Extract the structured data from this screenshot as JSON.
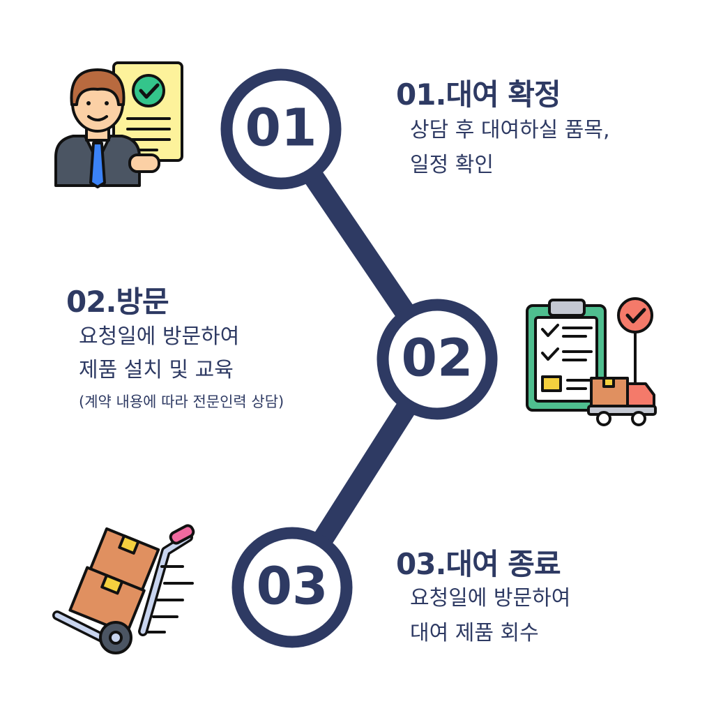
{
  "colors": {
    "navy": "#2e3a63",
    "outline": "#111111",
    "skin": "#fbd0a5",
    "hair": "#b86a3f",
    "suit": "#4b5563",
    "tie": "#3b82f6",
    "paper": "#fdf29b",
    "check": "#34c58b",
    "clipboard": "#4fbe8f",
    "box": "#e09060",
    "tape": "#f4d03f",
    "truck": "#f47a6a",
    "handle": "#f06aa0",
    "dolly": "#c8d4ee"
  },
  "steps": [
    {
      "number": "01",
      "title": "01.대여 확정",
      "lines": [
        "상담 후 대여하실 품목,",
        "일정 확인"
      ],
      "icon": "agent-document-icon"
    },
    {
      "number": "02",
      "title": "02.방문",
      "lines": [
        "요청일에 방문하여",
        "제품 설치 및 교육"
      ],
      "note": "(계약 내용에 따라 전문인력 상담)",
      "icon": "clipboard-delivery-icon"
    },
    {
      "number": "03",
      "title": "03.대여 종료",
      "lines": [
        "요청일에 방문하여",
        "대여 제품 회수"
      ],
      "icon": "hand-truck-icon"
    }
  ]
}
